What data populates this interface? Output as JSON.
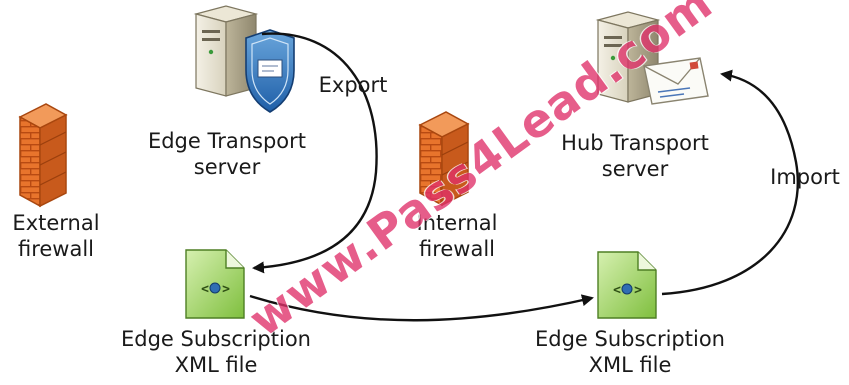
{
  "nodes": {
    "edge_transport": {
      "line1": "Edge Transport",
      "line2": "server"
    },
    "hub_transport": {
      "line1": "Hub Transport",
      "line2": "server"
    },
    "external_firewall": {
      "line1": "External",
      "line2": "firewall"
    },
    "internal_firewall": {
      "line1": "Internal",
      "line2": "firewall"
    },
    "xml_left": {
      "line1": "Edge Subscription",
      "line2": "XML file"
    },
    "xml_right": {
      "line1": "Edge Subscription",
      "line2": "XML file"
    }
  },
  "edges": {
    "export": "Export",
    "import": "Import"
  },
  "watermark": "www.Pass4Lead.com",
  "icons": {
    "server": "server-icon",
    "firewall": "brick-firewall-icon",
    "xml_file": "xml-file-icon",
    "shield": "certificate-shield-icon",
    "envelope": "envelope-icon"
  }
}
